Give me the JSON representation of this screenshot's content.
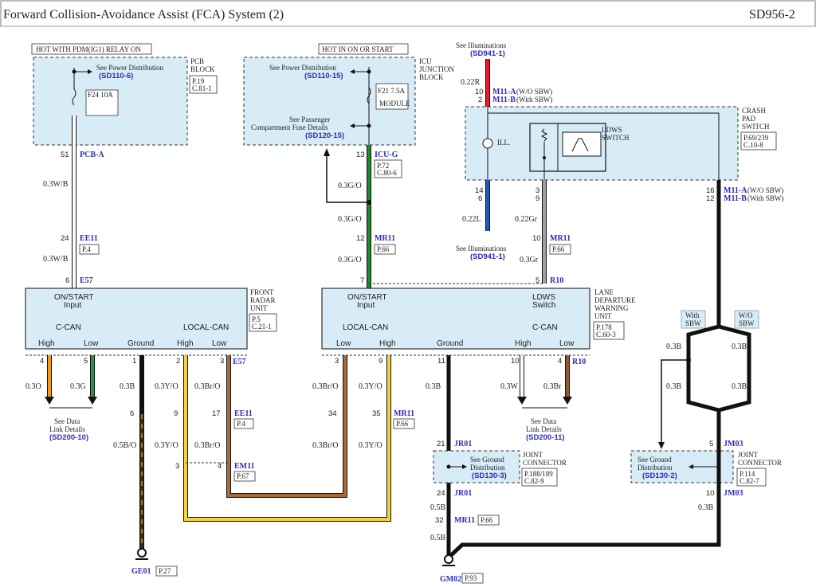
{
  "header": {
    "title": "Forward Collision-Avoidance Assist (FCA) System (2)",
    "code": "SD956-2"
  },
  "colors": {
    "W/B": "#ffffff",
    "G/O": "#1f8c2c",
    "Gr": "#a0a0a0",
    "B": "#111111",
    "R": "#e21d2d",
    "L": "#2458b3",
    "O": "#f29a1f",
    "G": "#1f9c3a",
    "Y/O": "#f3d23a",
    "Br/O": "#a86a3a",
    "Br": "#8e5a3a",
    "W": "#ffffff",
    "B/O": "#3a2a10"
  },
  "pcb": {
    "hot_label": "HOT WITH PDM(IG1) RELAY ON",
    "name1": "PCB",
    "name2": "BLOCK",
    "page": "P.19",
    "conn": "C.81-1",
    "see": "See Power Distribution",
    "see_ref": "(SD110-6)",
    "fuse": "F24 10A",
    "pin": "51",
    "id": "PCB-A"
  },
  "icu": {
    "hot_label": "HOT IN ON OR START",
    "name1": "ICU",
    "name2": "JUNCTION",
    "name3": "BLOCK",
    "see": "See Power Distribution",
    "see_ref": "(SD110-15)",
    "fuse": "F21 7.5A",
    "fuse2": "MODULE",
    "see2a": "See Passenger",
    "see2b": "Compartment Fuse Details",
    "see2_ref": "(SD120-15)",
    "pin": "13",
    "id": "ICU-G",
    "page": "P.72",
    "conn": "C.80-6"
  },
  "illum": {
    "see": "See Illuminations",
    "see_ref": "(SD941-1)",
    "wire": "0.22R",
    "pin1": "10",
    "pin2": "2",
    "id1": "M11-A",
    "note1": "(W/O SBW)",
    "id2": "M11-B",
    "note2": "(With SBW)",
    "wire2": "0.22L",
    "see_b": "See Illuminations",
    "see_b_ref": "(SD941-1)"
  },
  "crash": {
    "name1": "CRASH",
    "name2": "PAD",
    "name3": "SWITCH",
    "page": "P.69/239",
    "conn": "C.10-8",
    "ill": "ILL.",
    "ldws1": "LDWS",
    "ldws2": "SWITCH",
    "pin_l1": "14",
    "pin_l2": "6",
    "pin_m1": "3",
    "pin_m2": "9",
    "pin_r1": "16",
    "pin_r2": "12",
    "id_r1": "M11-A",
    "note_r1": "(W/O SBW)",
    "id_r2": "M11-B",
    "note_r2": "(With SBW)",
    "wire_m": "0.22Gr"
  },
  "wires": {
    "pcb_w1": "0.3W/B",
    "pcb_w2": "0.3W/B",
    "ee11_pin": "24",
    "ee11": "EE11",
    "ee11_page": "P.4",
    "e57_pin": "6",
    "e57": "E57",
    "icu_w1": "0.3G/O",
    "icu_w2": "0.3G/O",
    "icu_w3": "0.3G/O",
    "mr11_pin": "12",
    "mr11": "MR11",
    "mr11_page": "P.66",
    "r10_pin": "7",
    "mr11b_pin": "10",
    "mr11b": "MR11",
    "mr11b_page": "P.66",
    "w3gr": "0.3Gr",
    "r10_pin2": "5",
    "r10": "R10"
  },
  "radar": {
    "name1": "FRONT",
    "name2": "RADAR",
    "name3": "UNIT",
    "page": "P.5",
    "conn": "C.21-1",
    "on1": "ON/START",
    "on2": "Input",
    "ccan": "C-CAN",
    "lcan": "LOCAL-CAN",
    "high": "High",
    "low": "Low",
    "ground": "Ground",
    "high2": "High",
    "low2": "Low",
    "conn_id": "E57"
  },
  "lane": {
    "name1": "LANE",
    "name2": "DEPARTURE",
    "name3": "WARNING",
    "name4": "UNIT",
    "page": "P.178",
    "conn": "C.60-3",
    "on1": "ON/START",
    "on2": "Input",
    "ldws1": "LDWS",
    "ldws2": "Switch",
    "lcan": "LOCAL-CAN",
    "ccan": "C-CAN",
    "low": "Low",
    "high": "High",
    "ground": "Ground",
    "high2": "High",
    "low2": "Low",
    "conn_id": "R10"
  },
  "radar_pins": {
    "p4": "4",
    "p5": "5",
    "p1": "1",
    "p2": "2",
    "p3": "3",
    "w_o": "0.3O",
    "w_g": "0.3G",
    "w_b": "0.3B",
    "w_yo": "0.3Y/O",
    "w_bro": "0.3Br/O",
    "see1": "See Data",
    "see2": "Link Details",
    "see_ref": "(SD200-10)",
    "p6": "6",
    "p9": "9",
    "p17": "17",
    "ee11": "EE11",
    "ee11_page": "P.4",
    "w_bo": "0.5B/O",
    "w_yo2": "0.3Y/O",
    "w_bro2": "0.3Br/O",
    "p3b": "3",
    "p4b": "4",
    "em11": "EM11",
    "em11_page": "P.67",
    "ge01": "GE01",
    "ge01_page": "P.27"
  },
  "lane_pins": {
    "p3": "3",
    "p9": "9",
    "p11": "11",
    "p10": "10",
    "p4": "4",
    "w_bro": "0.3Br/O",
    "w_yo": "0.3Y/O",
    "w_b": "0.3B",
    "w_w": "0.3W",
    "w_br": "0.3Br",
    "p34": "34",
    "p35": "35",
    "mr11": "MR11",
    "mr11_page": "P.66",
    "w_bro2": "0.3Br/O",
    "w_yo2": "0.3Y/O",
    "see1": "See Data",
    "see2": "Link Details",
    "see_ref": "(SD200-11)"
  },
  "jr01": {
    "pin1": "21",
    "id": "JR01",
    "see1": "See Ground",
    "see2": "Distribution",
    "see_ref": "(SD130-3)",
    "name1": "JOINT",
    "name2": "CONNECTOR",
    "page": "P.188/189",
    "conn": "C.82-9",
    "pin2": "24",
    "id2": "JR01",
    "w1": "0.5B",
    "pin3": "32",
    "mr11": "MR11",
    "mr11_page": "P.66",
    "w2": "0.5B",
    "gm02": "GM02",
    "gm02_page": "P.93"
  },
  "sbw": {
    "with1": "With",
    "with2": "SBW",
    "wo1": "W/O",
    "wo2": "SBW",
    "w1": "0.3B",
    "w2": "0.3B",
    "w3": "0.3B",
    "w4": "0.3B"
  },
  "jm03": {
    "pin1": "5",
    "id": "JM03",
    "see1": "See Ground",
    "see2": "Distribution",
    "see_ref": "(SD130-2)",
    "name1": "JOINT",
    "name2": "CONNECTOR",
    "page": "P.114",
    "conn": "C.82-7",
    "pin2": "10",
    "id2": "JM03",
    "w": "0.3B"
  }
}
